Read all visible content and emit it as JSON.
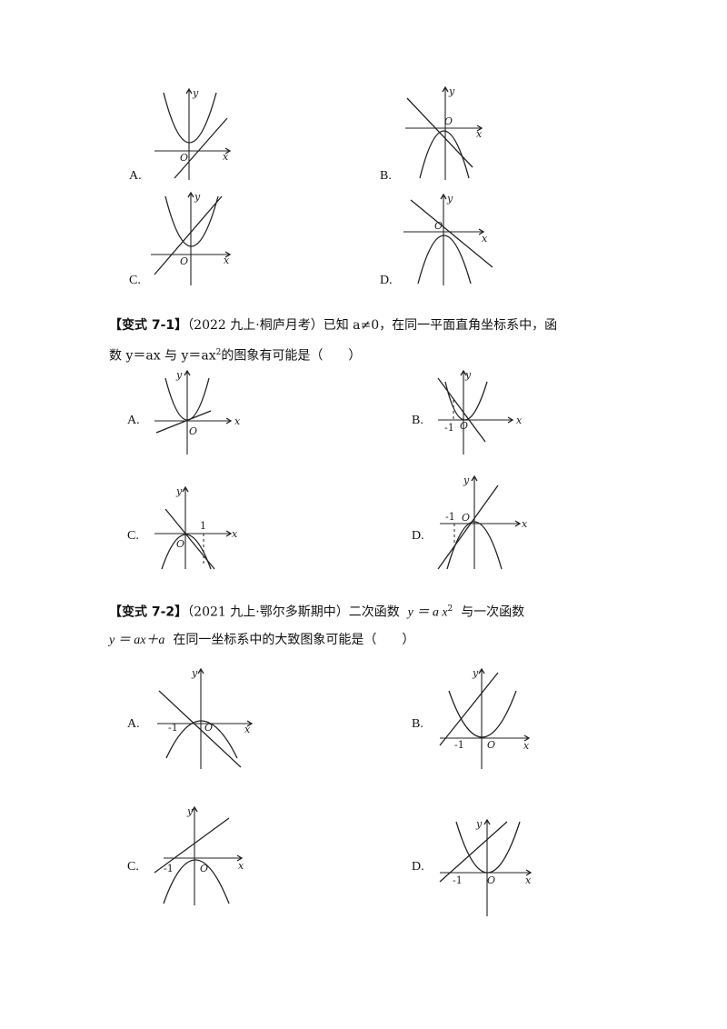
{
  "axis_labels": {
    "x": "x",
    "y": "y",
    "origin": "O",
    "minus_one": "-1",
    "one": "1"
  },
  "section0": {
    "options": [
      "A.",
      "B.",
      "C.",
      "D."
    ]
  },
  "section1": {
    "tag": "【变式 7-1】",
    "source": "（2022 九上·桐庐月考）",
    "line1_rest": "已知 a≠0，在同一平面直角坐标系中，函",
    "line2_pre": "数 y＝ax 与 y＝ax",
    "line2_sup": "2",
    "line2_post": "的图象有可能是（　　）",
    "options": [
      "A.",
      "B.",
      "C.",
      "D."
    ]
  },
  "section2": {
    "tag": "【变式 7-2】",
    "source": "（2021 九上·鄂尔多斯期中）",
    "line1_text": "二次函数",
    "line1_math": "y ＝ a x",
    "line1_sup": "2",
    "line1_text2": "与一次函数",
    "line2_math": "y ＝ ax＋a",
    "line2_text": "在同一坐标系中的大致图象可能是（　　）",
    "options": [
      "A.",
      "B.",
      "C.",
      "D."
    ]
  }
}
